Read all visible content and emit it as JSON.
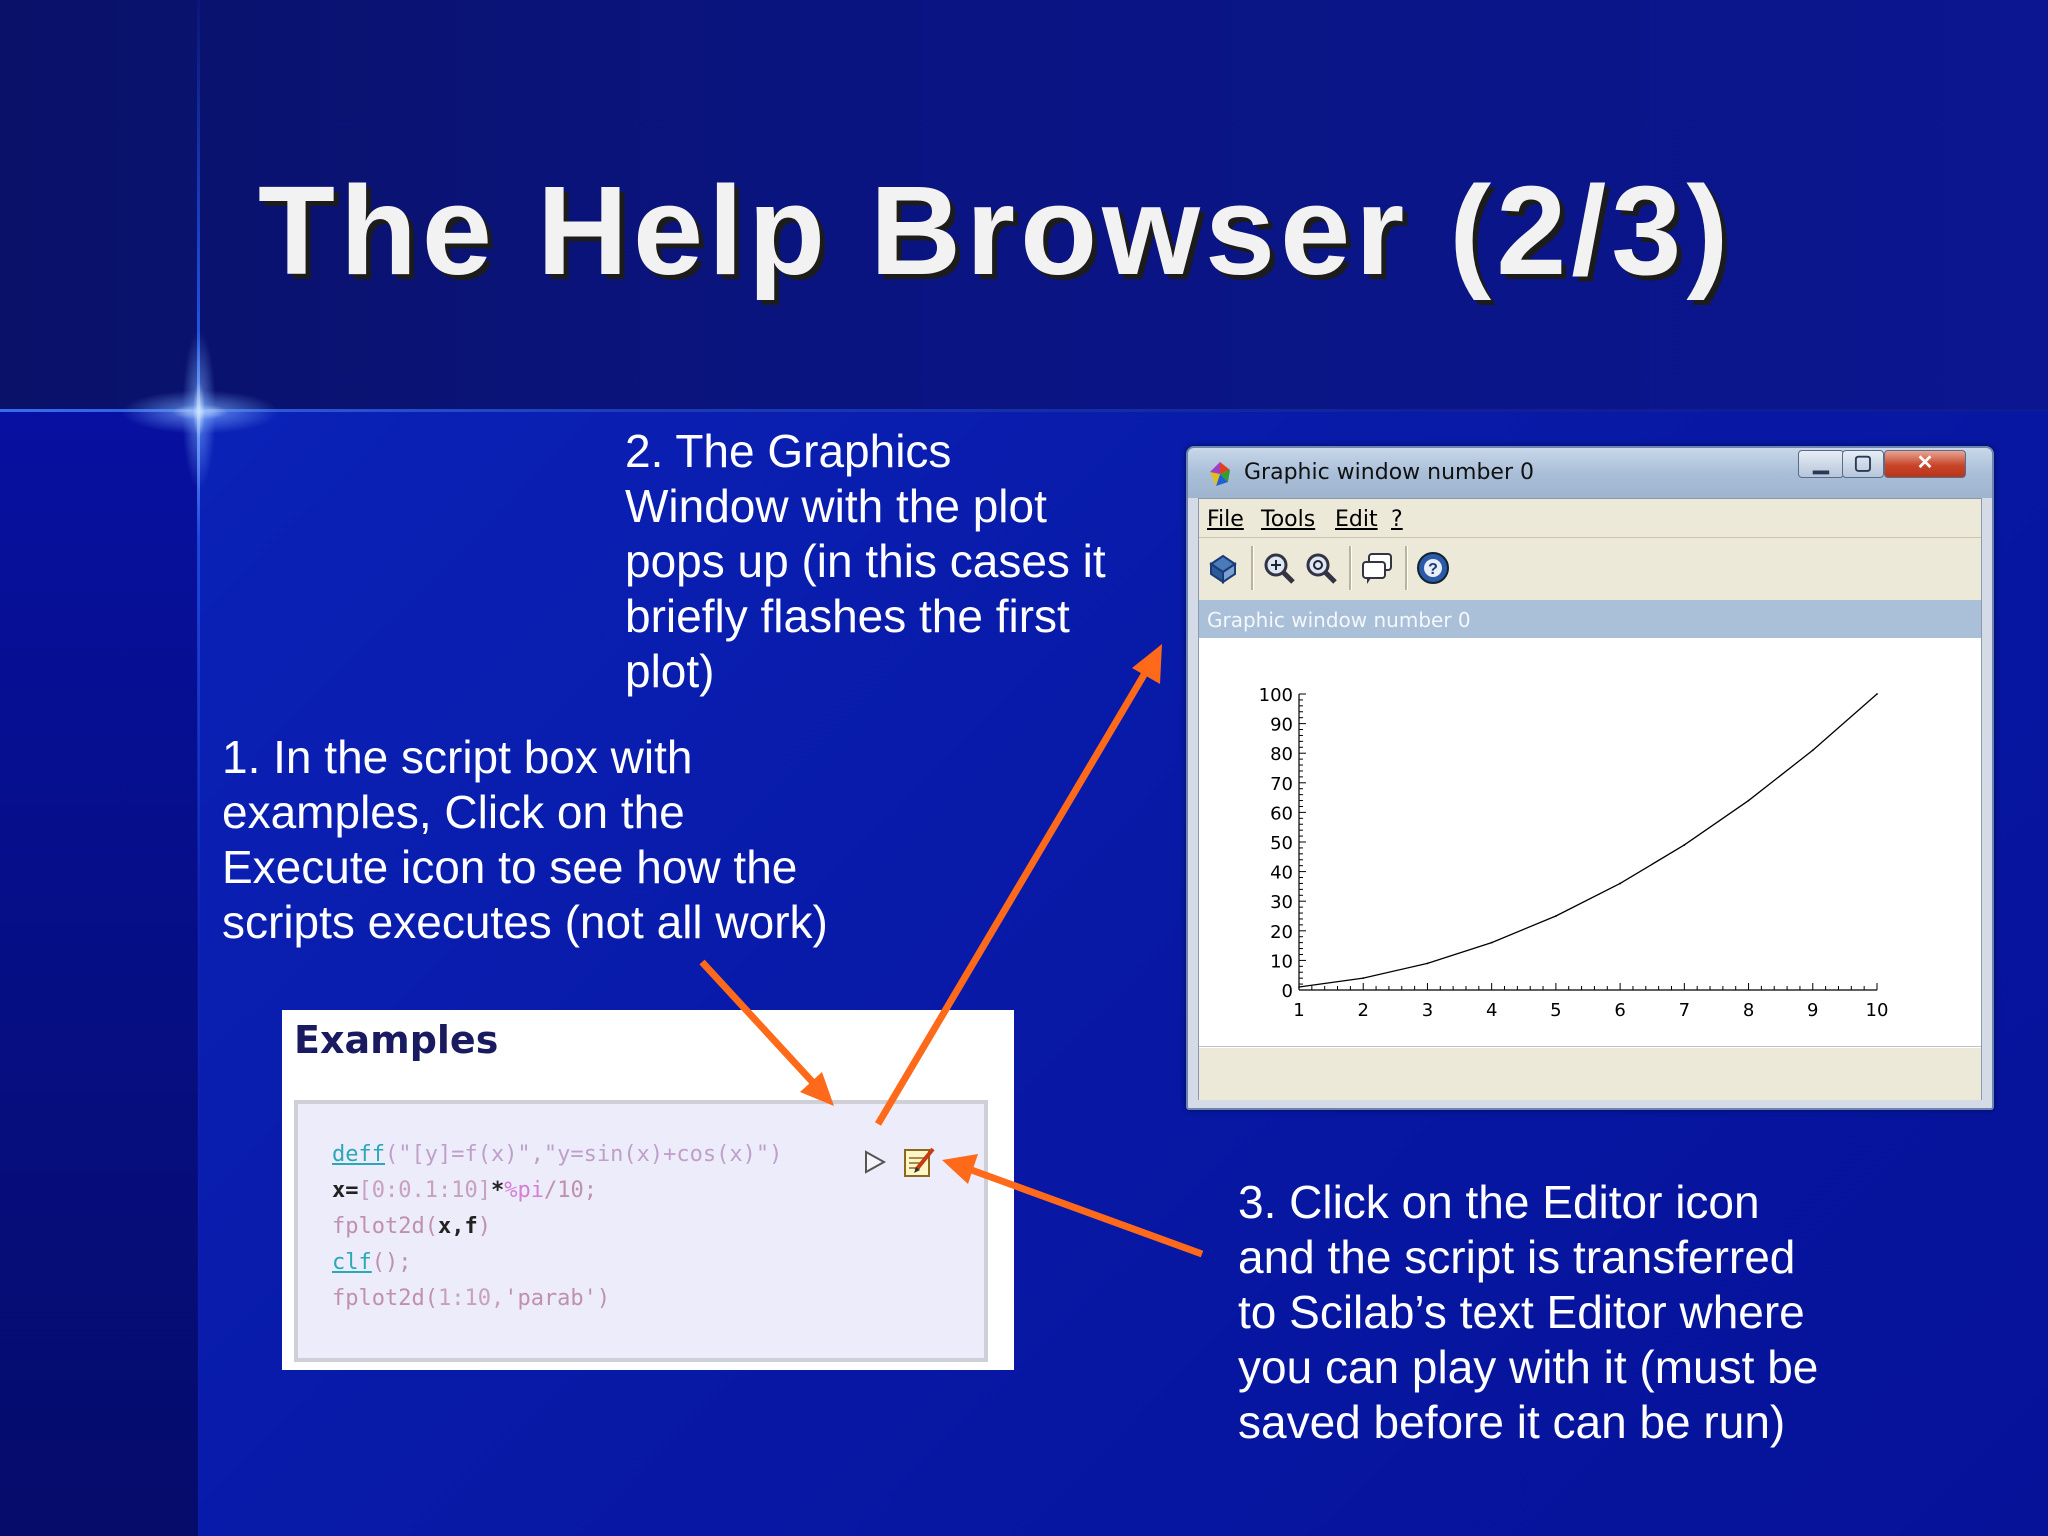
{
  "slide": {
    "title": "The Help Browser (2/3)"
  },
  "captions": {
    "step2": "2. The Graphics\nWindow with the plot\npops up (in this cases it\nbriefly flashes the first\nplot)",
    "step1": "1. In the script box with\nexamples, Click on the\nExecute icon to see how the\nscripts executes (not all work)",
    "step3": "3. Click on the Editor icon\nand the script is transferred\nto Scilab’s text Editor where\nyou can play with it (must be\nsaved before it can be run)"
  },
  "graphic_window": {
    "title": "Graphic window number 0",
    "subtitle": "Graphic window number 0",
    "menu": [
      "File",
      "Tools",
      "Edit",
      "?"
    ],
    "toolbar_icons": [
      "rotate-icon",
      "zoom-icon",
      "unzoom-icon",
      "datatip-icon",
      "help-icon"
    ],
    "window_buttons": {
      "minimize": "▁",
      "maximize": "▢",
      "close": "✕"
    }
  },
  "chart_data": {
    "type": "line",
    "title": "",
    "xlabel": "",
    "ylabel": "",
    "x": [
      1,
      2,
      3,
      4,
      5,
      6,
      7,
      8,
      9,
      10
    ],
    "series": [
      {
        "values": [
          1,
          4,
          9,
          16,
          25,
          36,
          49,
          64,
          81,
          100
        ]
      }
    ],
    "xlim": [
      1,
      10
    ],
    "ylim": [
      0,
      100
    ],
    "xticks": [
      "1",
      "2",
      "3",
      "4",
      "5",
      "6",
      "7",
      "8",
      "9",
      "10"
    ],
    "yticks": [
      "0",
      "10",
      "20",
      "30",
      "40",
      "50",
      "60",
      "70",
      "80",
      "90",
      "100"
    ],
    "grid": false,
    "line_color": "#000000"
  },
  "examples": {
    "heading": "Examples",
    "code": {
      "line1": {
        "fn": "deff",
        "rest": "(\"[y]=f(x)\",\"y=sin(x)+cos(x)\")"
      },
      "line2": {
        "var": "x",
        "eq": "=",
        "range": "[0:0.1:10]",
        "op": "*",
        "const": "%pi",
        "tail": "/10;"
      },
      "line3": {
        "fn": "fplot2d",
        "open": "(",
        "args": "x,f",
        "close": ")"
      },
      "line4": {
        "fn": "clf",
        "tail": "();"
      },
      "line5": {
        "fn": "fplot2d",
        "open": "(",
        "args": "1:10,",
        "str": "'parab'",
        "close": ")"
      }
    }
  },
  "colors": {
    "arrow": "#ff6a1a",
    "background": "#06108e",
    "title_text": "#f2f2f2"
  }
}
